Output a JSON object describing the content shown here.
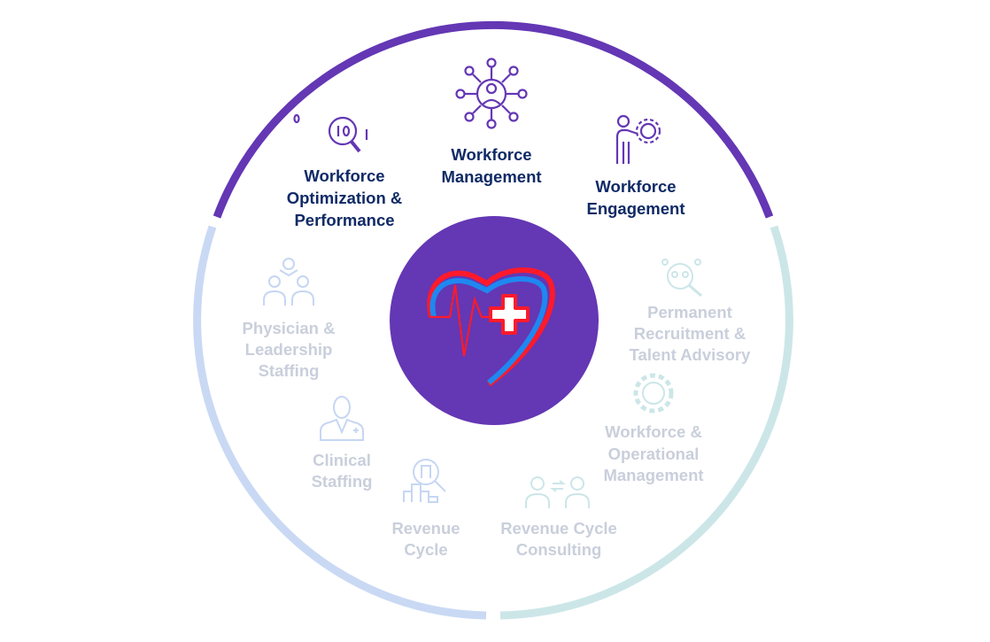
{
  "colors": {
    "purple": "#6437b4",
    "ring_left": "#c9d9f4",
    "ring_right": "#cce6e8",
    "active_text": "#0f2a66",
    "muted_text": "#c9cfdb"
  },
  "center_logo": {
    "icon": "heart-pulse-medical-cross-icon"
  },
  "segments": [
    {
      "id": "optimization",
      "icon": "magnifier-data-icon",
      "lines": [
        "Workforce",
        "Optimization &",
        "Performance"
      ],
      "active": true
    },
    {
      "id": "management",
      "icon": "network-person-icon",
      "lines": [
        "Workforce",
        "Management"
      ],
      "active": true
    },
    {
      "id": "engagement",
      "icon": "person-gear-icon",
      "lines": [
        "Workforce",
        "Engagement"
      ],
      "active": true
    },
    {
      "id": "physician",
      "icon": "team-group-icon",
      "lines": [
        "Physician &",
        "Leadership",
        "Staffing"
      ],
      "active": false
    },
    {
      "id": "clinical",
      "icon": "clinician-icon",
      "lines": [
        "Clinical",
        "Staffing"
      ],
      "active": false
    },
    {
      "id": "revenue-cycle",
      "icon": "chart-magnifier-icon",
      "lines": [
        "Revenue",
        "Cycle"
      ],
      "active": false
    },
    {
      "id": "rc-consulting",
      "icon": "people-exchange-icon",
      "lines": [
        "Revenue Cycle",
        "Consulting"
      ],
      "active": false
    },
    {
      "id": "operational",
      "icon": "gear-cycle-icon",
      "lines": [
        "Workforce &",
        "Operational",
        "Management"
      ],
      "active": false
    },
    {
      "id": "permanent",
      "icon": "talent-search-icon",
      "lines": [
        "Permanent",
        "Recruitment &",
        "Talent Advisory"
      ],
      "active": false
    }
  ]
}
